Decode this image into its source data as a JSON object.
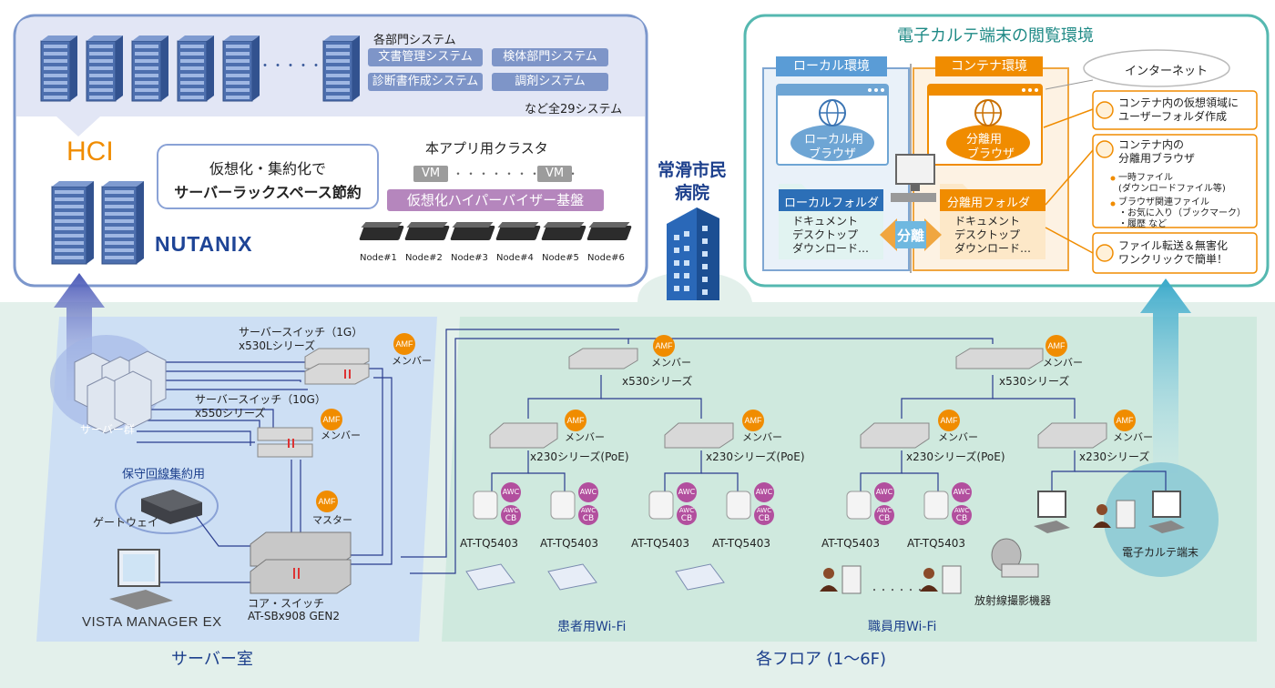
{
  "hci": {
    "systems_title": "各部門システム",
    "systems": [
      "文書管理システム",
      "検体部門システム",
      "診断書作成システム",
      "調剤システム"
    ],
    "systems_note": "など全29システム",
    "dots": "・・・・・",
    "label": "HCI",
    "virtual_line1": "仮想化・集約化で",
    "virtual_line2": "サーバーラックスペース節約",
    "cluster_title": "本アプリ用クラスタ",
    "vm": "VM",
    "hypervisor": "仮想化ハイパーバイザー基盤",
    "brand": "NUTANIX",
    "nodes": [
      "Node#1",
      "Node#2",
      "Node#3",
      "Node#4",
      "Node#5",
      "Node#6"
    ]
  },
  "hospital": {
    "line1": "常滑市民",
    "line2": "病院"
  },
  "ehr": {
    "title": "電子カルテ端末の閲覧環境",
    "local_env": "ローカル環境",
    "container_env": "コンテナ環境",
    "internet": "インターネット",
    "local_browser": [
      "ローカル用",
      "ブラウザ"
    ],
    "sep_browser": [
      "分離用",
      "ブラウザ"
    ],
    "local_folder": "ローカルフォルダ",
    "sep_folder": "分離用フォルダ",
    "folder_items": [
      "ドキュメント",
      "デスクトップ",
      "ダウンロード…"
    ],
    "separate": "分離",
    "note1": [
      "コンテナ内の仮想領域に",
      "ユーザーフォルダ作成"
    ],
    "note2": [
      "コンテナ内の",
      "分離用ブラウザ"
    ],
    "note2_items": [
      "一時ファイル",
      "(ダウンロードファイル等)",
      "ブラウザ関連ファイル",
      "・お気に入り（ブックマーク）",
      "・履歴 など"
    ],
    "note3": [
      "ファイル転送＆無害化",
      "ワンクリックで簡単！"
    ]
  },
  "server_room": {
    "label": "サーバー室",
    "server_group": "サーバー群",
    "switch1g": [
      "サーバースイッチ（1G）",
      "x530Lシリーズ"
    ],
    "switch10g": [
      "サーバースイッチ（10G）",
      "x550シリーズ"
    ],
    "maintenance": "保守回線集約用",
    "gateway": "ゲートウェイ",
    "core": [
      "コア・スイッチ",
      "AT-SBx908 GEN2"
    ],
    "vista": "VISTA MANAGER EX",
    "amf": "AMF",
    "member": "メンバー",
    "master": "マスター"
  },
  "floor": {
    "label": "各フロア (1～6F)",
    "x530": "x530シリーズ",
    "x230poe": "x230シリーズ(PoE)",
    "x230": "x230シリーズ",
    "ap": "AT-TQ5403",
    "awc": "AWC",
    "cb": "CB",
    "patient_wifi": "患者用Wi-Fi",
    "staff_wifi": "職員用Wi-Fi",
    "radiology": "放射線撮影機器",
    "ehr_terminal": "電子カルテ端末",
    "dots": "・・・・・・"
  },
  "colors": {
    "hci_frame": "#6f8fc7",
    "ehr_frame": "#4fb3ad",
    "orange": "#f08c00",
    "purple": "#a45fa6",
    "bg_green": "#dfeee8",
    "bg_blue": "#cfe0f5"
  }
}
